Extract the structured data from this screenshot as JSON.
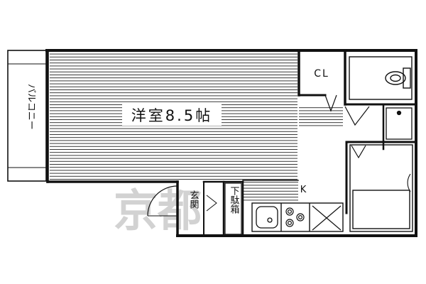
{
  "rooms": {
    "western_room": "洋室8.5帖",
    "balcony": "バルコニー",
    "closet": "CL",
    "kitchen": "K",
    "entrance": "玄関",
    "shoe_box": "下駄箱"
  },
  "watermark": "京都",
  "colors": {
    "wall": "#111111",
    "hatch": "#222222",
    "watermark": "#cfcfcf",
    "background": "#ffffff"
  }
}
